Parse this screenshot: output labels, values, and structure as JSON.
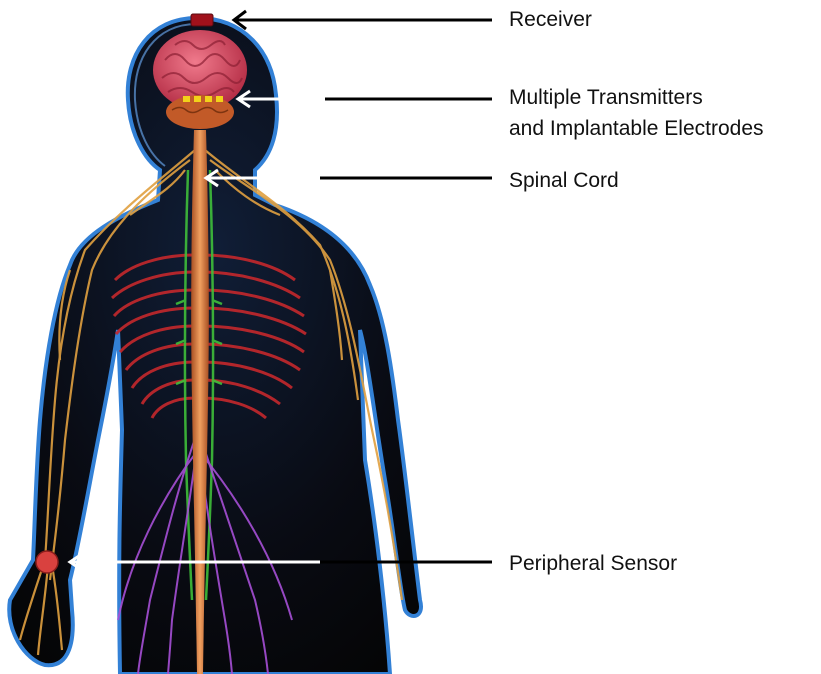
{
  "diagram": {
    "labels": {
      "receiver": "Receiver",
      "transmitters_line1": "Multiple Transmitters",
      "transmitters_line2": "and Implantable Electrodes",
      "spinal_cord": "Spinal Cord",
      "peripheral_sensor": "Peripheral Sensor"
    },
    "colors": {
      "background": "#ffffff",
      "body_fill": "#05070f",
      "body_glow": "#2f7fd6",
      "brain": "#d8475f",
      "spinal_cord": "#d9763a",
      "peripheral_nerves": "#e0a040",
      "intercostal_nerves": "#c4282c",
      "sympathetic_chain": "#3fbf3a",
      "lumbar_plexus": "#a64fd6",
      "receiver_marker": "#a0111b",
      "transmitter_marker": "#f2d21a",
      "sensor_marker": "#d9413f",
      "arrow_black": "#000000",
      "arrow_white": "#ffffff"
    }
  }
}
